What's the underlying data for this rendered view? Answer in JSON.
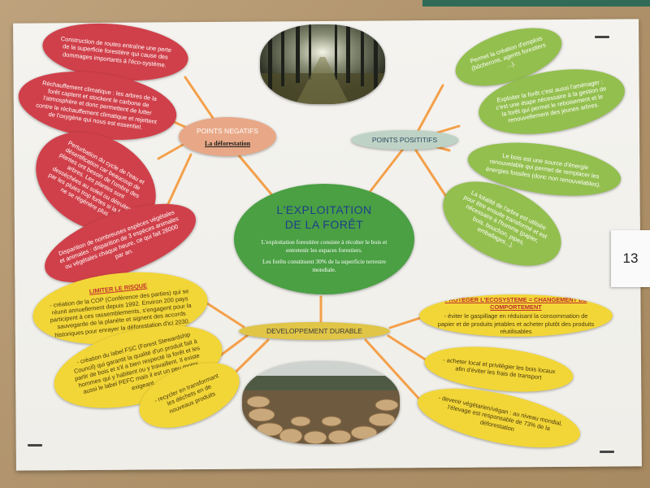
{
  "center": {
    "title_line1": "L'EXPLOITATION",
    "title_line2": "DE LA FORÊT",
    "desc1": "L'exploitation forestière consiste à récolter le bois et entretenir les espaces forestiers.",
    "desc2": "Les forêts constituent 30% de la superficie terrestre mondiale."
  },
  "negatifs": {
    "label": "POINTS NEGATIFS",
    "sublabel": "La déforestation",
    "items": [
      "Construction de routes entraîne une perte de la superficie forestière qui cause des dommages importants à l'éco-système.",
      "Réchauffement climatique : les arbres de la forêt captent et stockent le carbone de l'atmosphère et donc permettent de lutter contre le réchauffement climatique et rejettent de l'oxygène qui nous est essentiel.",
      "Perturbation du cycle de l'eau et désertification car beaucoup de plantes ont besoin de l'ombre des arbres. Les plantes sont desséchées au soleil ou détruites par les pluies trop fortes si la forêt ne se régénère plus.",
      "Disparition de nombreuses espèces végétales et animales : disparition de 3 espèces animales ou végétales chaque heure, ce qui fait 26000 par an."
    ]
  },
  "positifs": {
    "label": "POINTS POSITITIFS",
    "items": [
      "Permet la création d'emplois (bûcherons, agents forestiers ...).",
      "Exploiter la forêt c'est aussi l'aménager : c'est une étape nécessaire à la gestion de la forêt qui permet le reboisement et le renouvellement des jeunes arbres.",
      "Le bois est une source d'énergie renouvelable qui permet de remplacer les énergies fossiles (donc non renouvelables).",
      "La totalité de l'arbre est utilisée pour être ensuite transformé et est nécessaire à l'homme (papier, bois, bouchon, pipes, emballages...)."
    ]
  },
  "durable": {
    "label": "DEVELOPPEMENT DURABLE",
    "left": [
      {
        "tag": "LIMITER LE RISQUE",
        "text": "- création de la COP (Conférence des parties) qui se réunit annuellement depuis 1992. Environ 200 pays participent à ces rassemblements, s'engagent pour la sauvegarde de la planète et signent des accords historiques pour enrayer la déforestation d'ici 2030."
      },
      {
        "tag": "",
        "text": "- création du label FSC (Forest Stewardship Council) qui garantit la qualité d'un produit fait à partir de bois et s'il a bien respecté la forêt et les hommes qui y habitent ou y travaillent. Il existe aussi le label PEFC mais il est un peu moins exigeant"
      },
      {
        "tag": "",
        "text": "- recycler en transformant les déchets en de nouveaux produits"
      }
    ],
    "right": [
      {
        "tag": "PROTEGER L'ECOSYSTEME = CHANGEMENT DE COMPORTEMENT",
        "text": "- éviter le gaspillage en réduisant la consommation de papier et de produits jetables et acheter plutôt des produits réutilisables"
      },
      {
        "tag": "",
        "text": "- acheter local et privilégier les bois locaux afin d'éviter les frais de transport"
      },
      {
        "tag": "",
        "text": "- devenir végétarien/végan : au niveau mondial, l'élevage est responsable de 73% de la déforestation"
      }
    ]
  },
  "number_tag": "13",
  "colors": {
    "red": "#d0404a",
    "light_green": "#93bf4e",
    "yellow": "#f2d637",
    "center_green": "#4aa043",
    "line_orange": "#f4a04a"
  }
}
